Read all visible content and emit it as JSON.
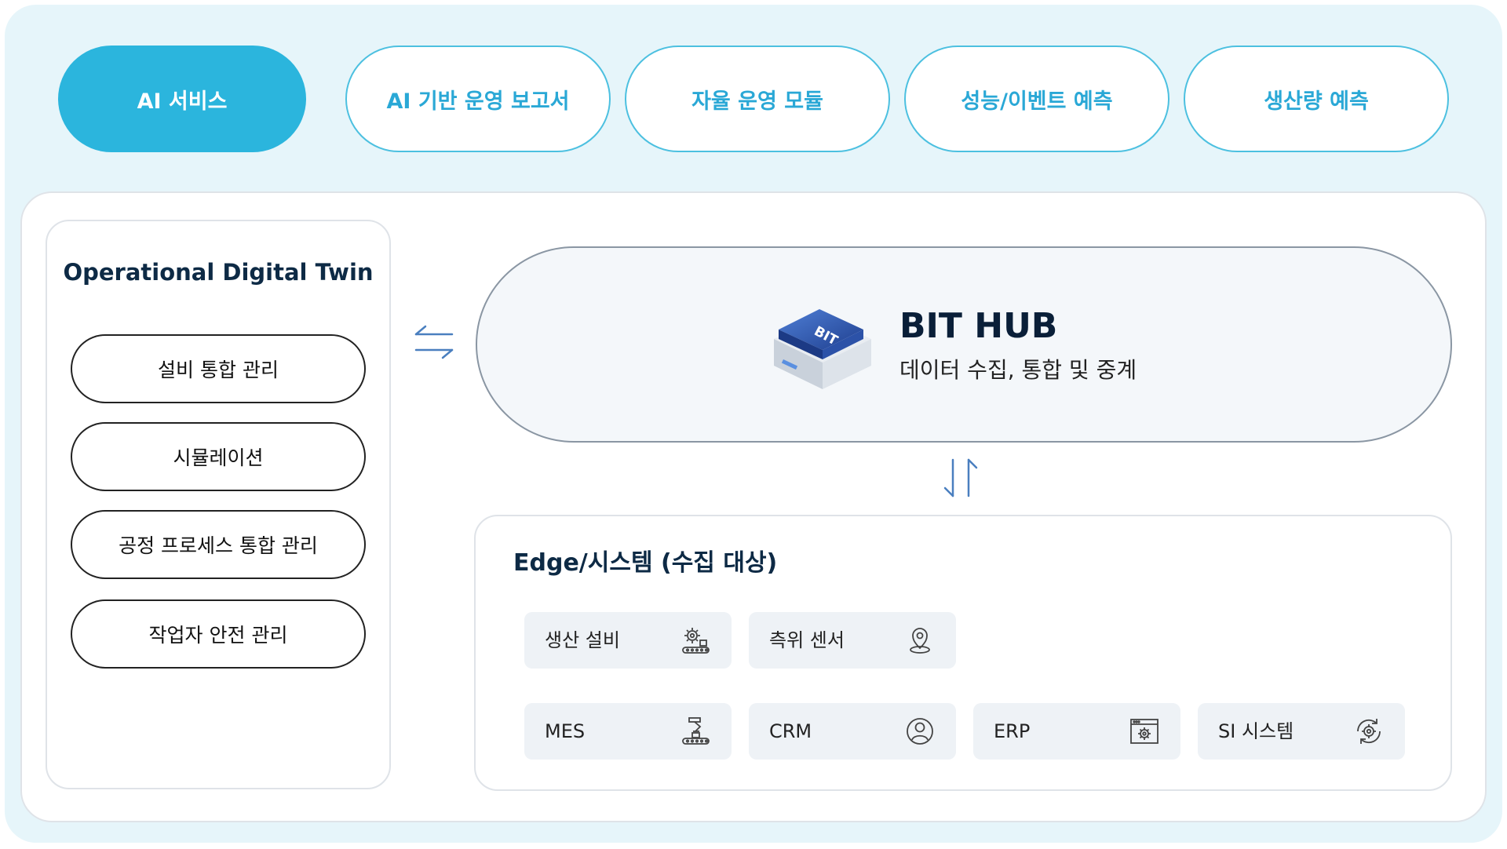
{
  "top_tabs": [
    {
      "label": "AI 서비스",
      "active": true
    },
    {
      "label": "AI 기반 운영 보고서",
      "active": false
    },
    {
      "label": "자율 운영 모듈",
      "active": false
    },
    {
      "label": "성능/이벤트 예측",
      "active": false
    },
    {
      "label": "생산량 예측",
      "active": false
    }
  ],
  "twin": {
    "title": "Operational Digital Twin",
    "items": [
      "설비 통합 관리",
      "시뮬레이션",
      "공정 프로세스 통합 관리",
      "작업자 안전 관리"
    ]
  },
  "hub": {
    "logo_text": "BIT",
    "title": "BIT HUB",
    "subtitle": "데이터 수집, 통합 및 중계"
  },
  "edge": {
    "title": "Edge/시스템 (수집 대상)",
    "cards": [
      {
        "label": "생산 설비",
        "icon": "gear-conveyor-icon"
      },
      {
        "label": "측위 센서",
        "icon": "location-pin-icon"
      },
      {
        "label": "MES",
        "icon": "robot-arm-conveyor-icon"
      },
      {
        "label": "CRM",
        "icon": "user-circle-icon"
      },
      {
        "label": "ERP",
        "icon": "browser-gear-icon"
      },
      {
        "label": "SI 시스템",
        "icon": "cycle-gear-icon"
      }
    ]
  },
  "colors": {
    "accent": "#2bb5dd",
    "background": "#e6f5fa",
    "arrow": "#4a7fbf",
    "text_dark": "#0d2a45"
  }
}
